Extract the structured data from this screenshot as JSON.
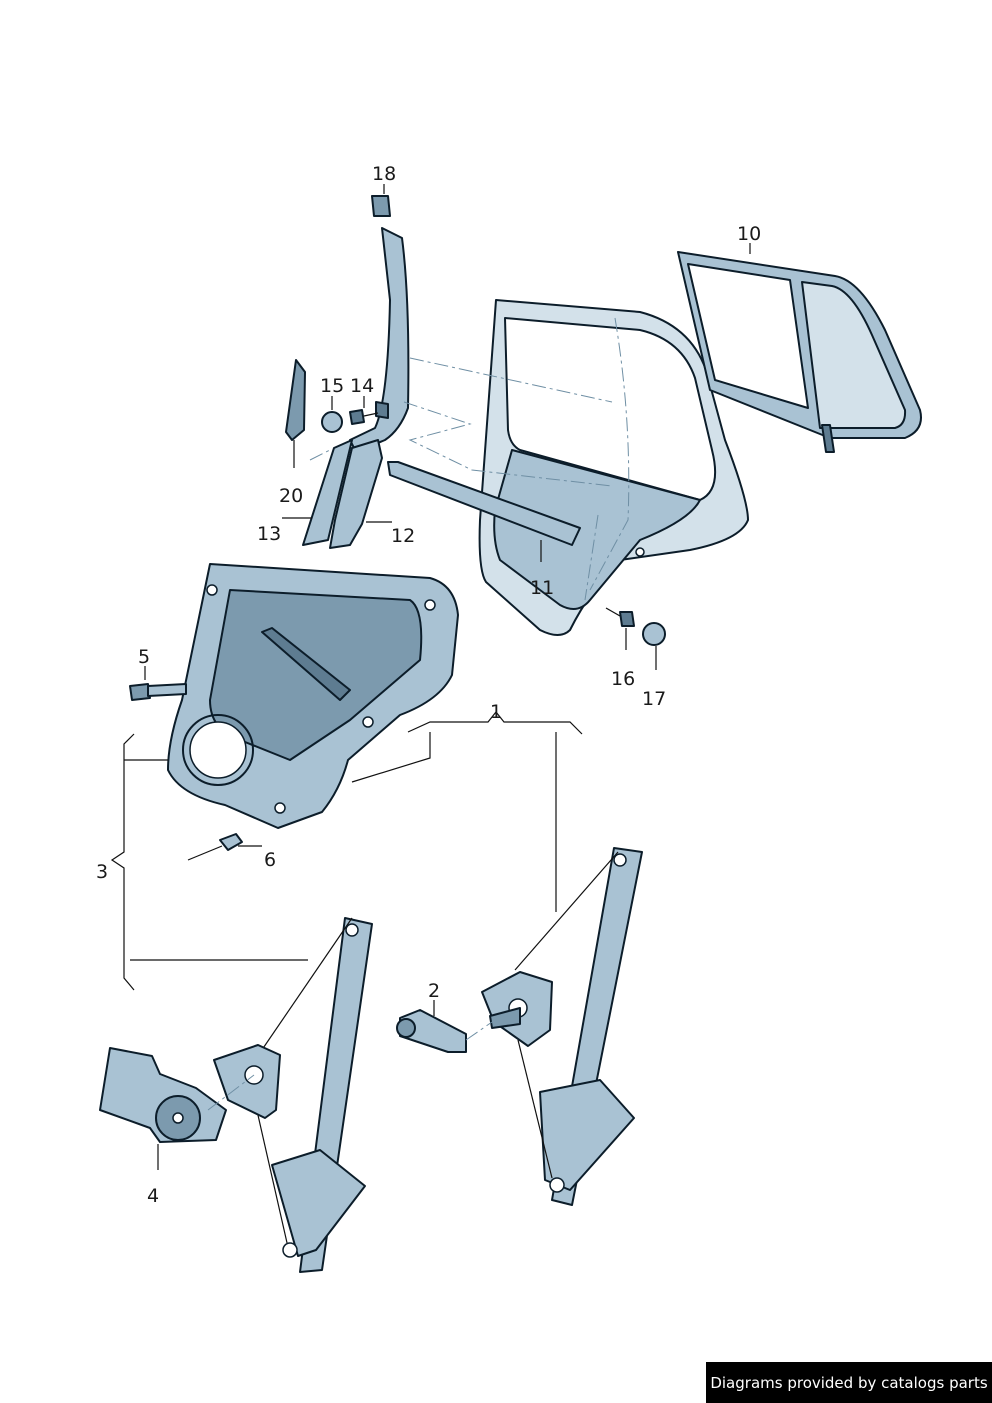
{
  "callouts": [
    {
      "id": "c1",
      "label": "1"
    },
    {
      "id": "c2",
      "label": "2"
    },
    {
      "id": "c3",
      "label": "3"
    },
    {
      "id": "c4",
      "label": "4"
    },
    {
      "id": "c5",
      "label": "5"
    },
    {
      "id": "c6",
      "label": "6"
    },
    {
      "id": "c10",
      "label": "10"
    },
    {
      "id": "c11",
      "label": "11"
    },
    {
      "id": "c12",
      "label": "12"
    },
    {
      "id": "c13",
      "label": "13"
    },
    {
      "id": "c14",
      "label": "14"
    },
    {
      "id": "c15",
      "label": "15"
    },
    {
      "id": "c16",
      "label": "16"
    },
    {
      "id": "c17",
      "label": "17"
    },
    {
      "id": "c18",
      "label": "18"
    },
    {
      "id": "c20",
      "label": "20"
    }
  ],
  "credit": "Diagrams provided by catalogs parts",
  "colors": {
    "part_fill": "#a9c2d3",
    "part_outline": "#0c1d2a",
    "background": "#ffffff"
  }
}
